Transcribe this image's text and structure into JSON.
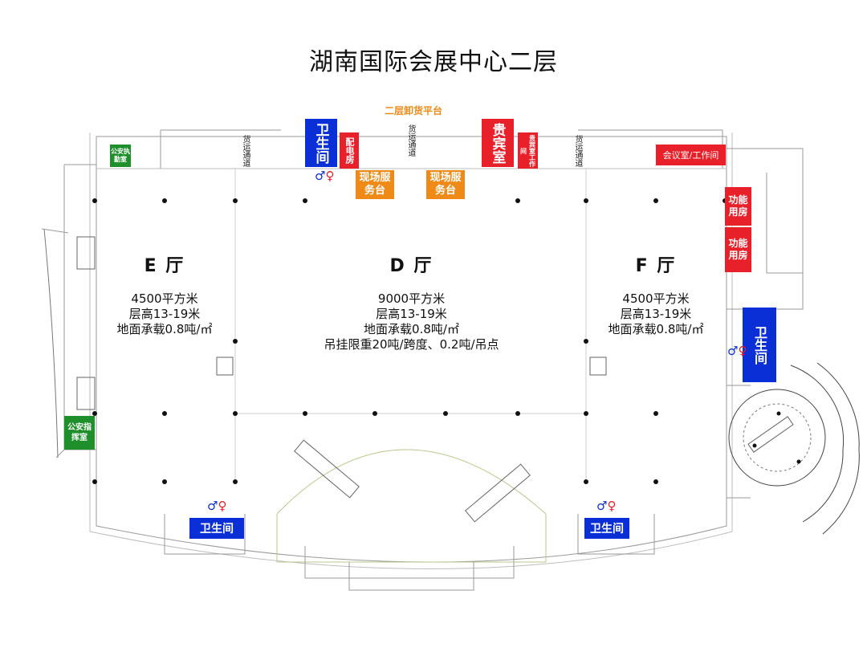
{
  "title": "湖南国际会展中心二层",
  "dock_label": "二层卸货平台",
  "halls": [
    {
      "id": "E",
      "name": "E 厅",
      "area": "4500平方米",
      "height": "层高13-19米",
      "load": "地面承载0.8吨/㎡"
    },
    {
      "id": "D",
      "name": "D 厅",
      "area": "9000平方米",
      "height": "层高13-19米",
      "load": "地面承载0.8吨/㎡",
      "hang": "吊挂限重20吨/跨度、0.2吨/吊点"
    },
    {
      "id": "F",
      "name": "F 厅",
      "area": "4500平方米",
      "height": "层高13-19米",
      "load": "地面承载0.8吨/㎡"
    }
  ],
  "rooms": {
    "restroom_top": "卫生间",
    "power_room": "配电房",
    "vip_room": "贵宾室",
    "vip_office": "贵宾室工作间",
    "meeting_room": "会议室/工作间",
    "service_desk_1": "现场服务台",
    "service_desk_2": "现场服务台",
    "function_room_1": "功能用房",
    "function_room_2": "功能用房",
    "restroom_right": "卫生间",
    "restroom_bottom_left": "卫生间",
    "restroom_bottom_right": "卫生间",
    "police_duty": "公安执勤室",
    "police_command": "公安指挥室"
  },
  "corridors": [
    "货运通道",
    "货运通道",
    "货运通道"
  ],
  "icons": {
    "male": "male-icon",
    "female": "female-icon"
  },
  "colors": {
    "restroom": "#0a2fd6",
    "vip": "#e8202a",
    "service": "#f08a17",
    "police": "#1e8f2a"
  }
}
